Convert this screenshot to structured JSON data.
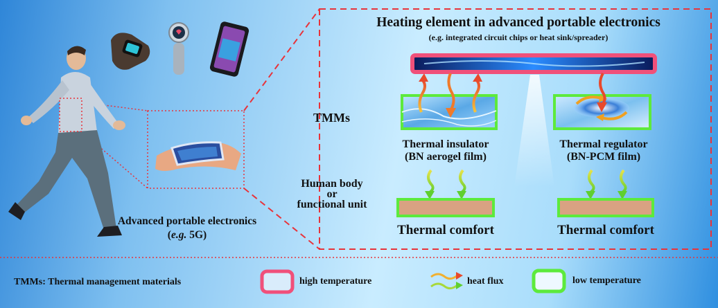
{
  "heating": {
    "title": "Heating element in advanced portable electronics",
    "subtitle": "(e.g. integrated circuit chips or heat sink/spreader)"
  },
  "left": {
    "caption_line1": "Advanced portable electronics",
    "caption_line2_prefix": "(",
    "caption_line2_italic": "e.g.",
    "caption_line2_suffix": " 5G)"
  },
  "tmms_label": "TMMs",
  "insulator": {
    "line1": "Thermal insulator",
    "line2": "(BN aerogel film)"
  },
  "regulator": {
    "line1": "Thermal regulator",
    "line2": "(BN-PCM film)"
  },
  "human": {
    "line1": "Human body",
    "line2": "or",
    "line3": "functional unit"
  },
  "comfort_left": "Thermal comfort",
  "comfort_right": "Thermal comfort",
  "legend": {
    "definition": "TMMs: Thermal management materials",
    "high": "high temperature",
    "flux": "heat flux",
    "low": "low temperature"
  },
  "colors": {
    "high_border": "#f0507a",
    "low_border": "#5dea3c",
    "dashed": "#e8333a",
    "heat_warm": "#e8492c",
    "heat_cool": "#7ad23a"
  },
  "icons": [
    "running-man-icon",
    "fitness-band-icon",
    "smartwatch-icon",
    "smartphone-icon",
    "flexible-chip-icon"
  ]
}
